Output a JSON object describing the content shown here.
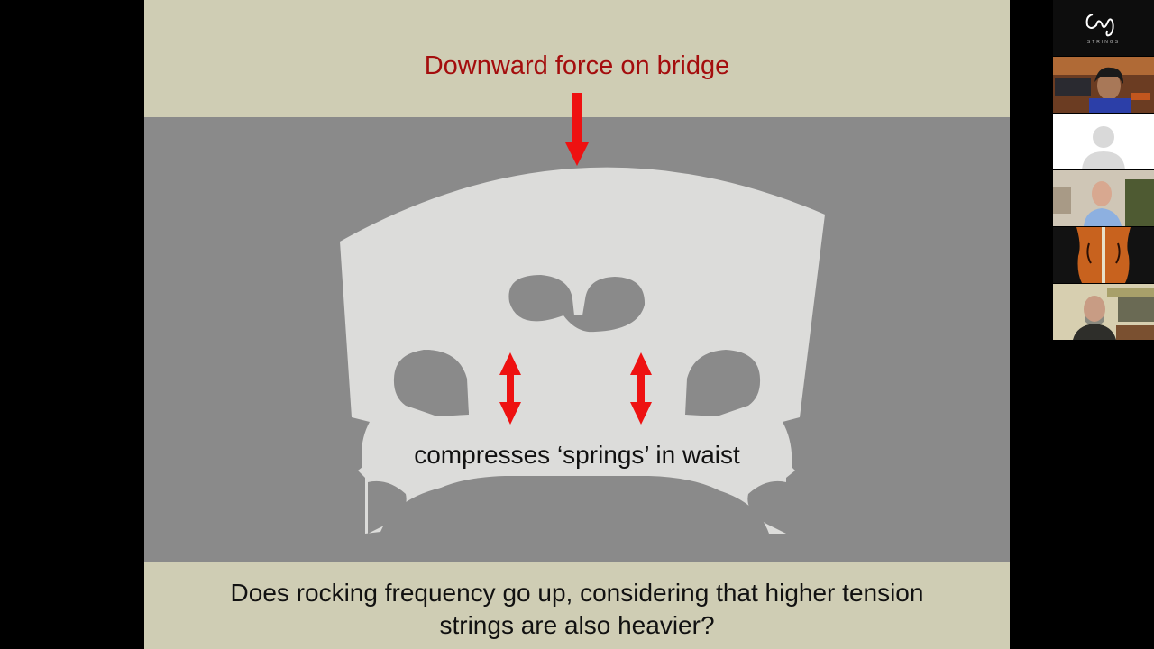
{
  "slide": {
    "title": "Downward force on bridge",
    "waist_label": "compresses ‘springs’ in waist",
    "question_line1": "Does rocking frequency go up, considering that higher tension",
    "question_line2": "strings are also heavier?"
  },
  "participants": {
    "logo_text": "STRINGS",
    "tiles": [
      {
        "icon": "logo-icon"
      },
      {
        "icon": "participant-video-1"
      },
      {
        "icon": "avatar-placeholder-icon"
      },
      {
        "icon": "participant-video-2"
      },
      {
        "icon": "cello-video"
      },
      {
        "icon": "participant-video-3"
      }
    ]
  },
  "colors": {
    "slide_background": "#cfcdb4",
    "diagram_background": "#8a8a8a",
    "bridge": "#dcdcda",
    "arrow": "#ee1111",
    "title": "#a40d0d"
  }
}
